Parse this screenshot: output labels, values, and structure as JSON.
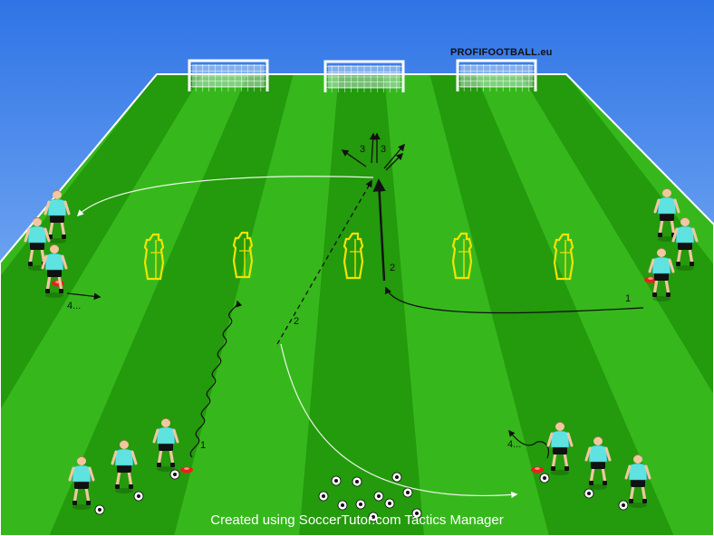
{
  "watermark": "PROFIFOOTBALL.eu",
  "footer": "Created using SoccerTutor.com Tactics Manager",
  "colors": {
    "sky_top": "#2f74e6",
    "sky_bottom": "#a9d0fb",
    "grass_light": "#36b81c",
    "grass_dark": "#249a0d",
    "player_shirt": "#5fe3e0",
    "mannequin": "#f3e200",
    "cone": "#e8211c"
  },
  "labels": {
    "run_left": "4...",
    "run_right": "4...",
    "dribble": "1",
    "pass_diag": "2",
    "run_center": "2",
    "run_right_player": "1",
    "finish_a": "3",
    "finish_b": "3"
  },
  "icons": [
    "goal-icon",
    "mannequin-icon",
    "player-icon",
    "cone-icon",
    "ball-icon"
  ]
}
